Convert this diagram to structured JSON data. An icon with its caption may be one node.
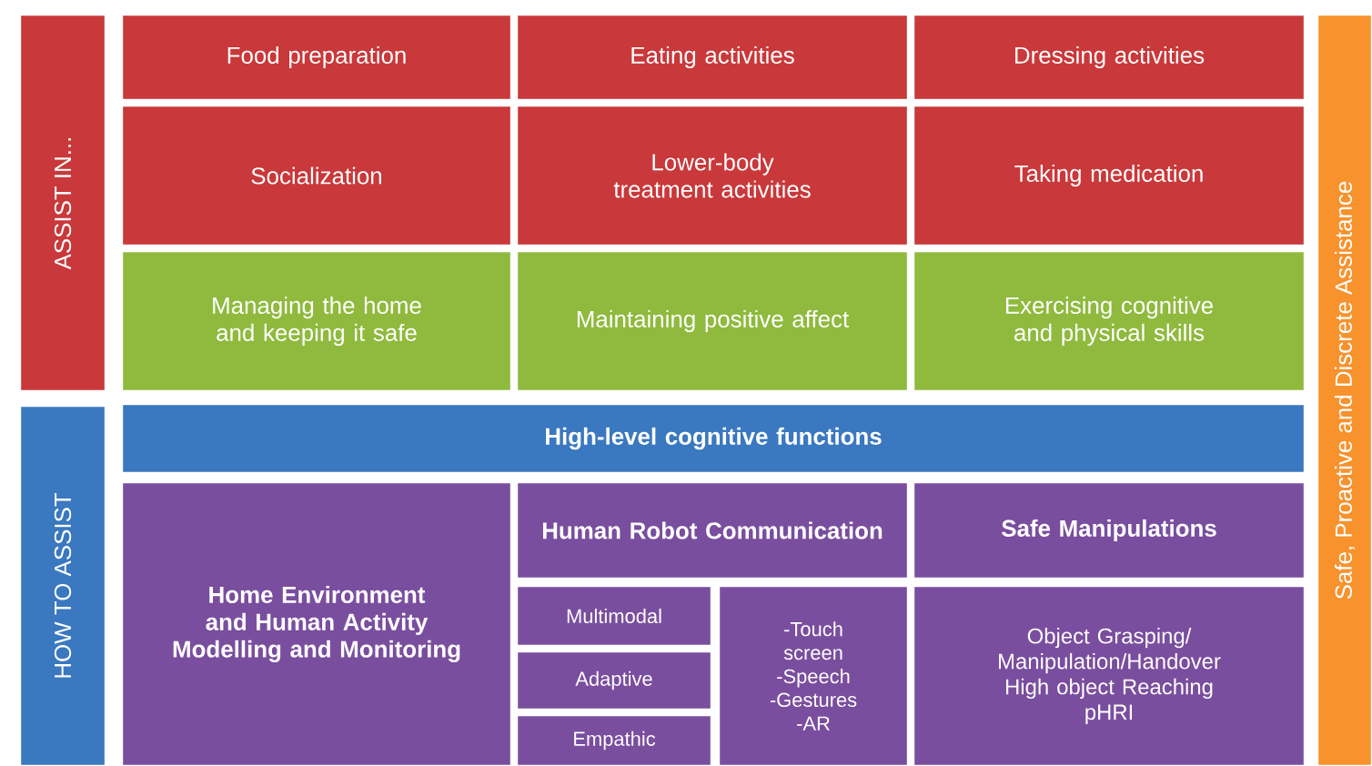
{
  "diagram": {
    "nodes": [
      {
        "text": [
          "ASSIST IN..."
        ]
      },
      {
        "text": [
          "Food preparation"
        ]
      },
      {
        "text": [
          "Eating activities"
        ]
      },
      {
        "text": [
          "Dressing activities"
        ]
      },
      {
        "text": [
          "Socialization"
        ]
      },
      {
        "text": [
          "Lower-body treatment activities"
        ]
      },
      {
        "text": [
          "Taking medication"
        ]
      },
      {
        "text": [
          "Managing the home and keeping it safe"
        ]
      },
      {
        "text": [
          "Maintaining positive affect"
        ]
      },
      {
        "text": [
          "Exercising cognitive and physical skills"
        ]
      },
      {
        "text": [
          "HOW TO ASSIST"
        ]
      },
      {
        "text": [
          "High-level cognitive functions"
        ]
      },
      {
        "text": [
          "Home Environment and Human Activity Modelling and Monitoring"
        ]
      },
      {
        "text": [
          "Human Robot Communication"
        ]
      },
      {
        "text": [
          "Multimodal"
        ]
      },
      {
        "text": [
          "Adaptive"
        ]
      },
      {
        "text": [
          "Empathic"
        ]
      },
      {
        "text": [
          "-Touch screen -Speech -Gestures -AR"
        ]
      },
      {
        "text": [
          "Safe Manipulations"
        ]
      },
      {
        "text": [
          "Object Grasping/ Manipulation/Handover",
          "High object Reaching",
          "pHRI"
        ]
      },
      {
        "text": [
          "Safe, Proactive and Discrete Assistance"
        ]
      }
    ],
    "edges": []
  }
}
